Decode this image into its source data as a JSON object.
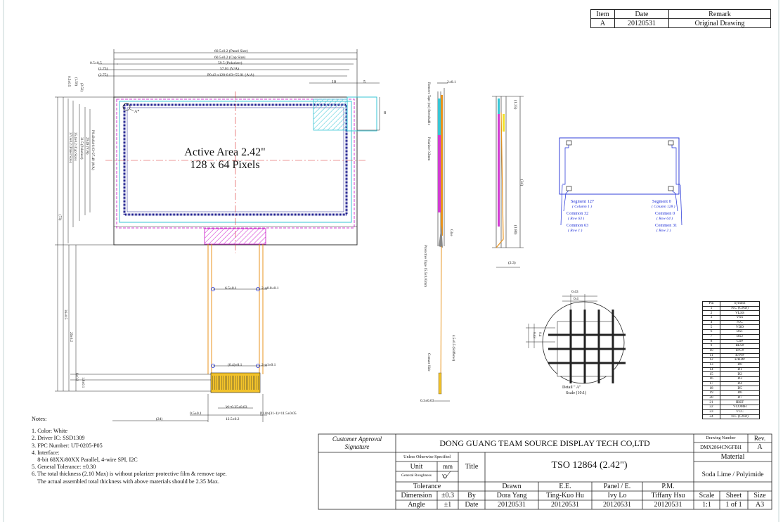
{
  "revision_table": {
    "headers": [
      "Item",
      "Date",
      "Remark"
    ],
    "row": [
      "A",
      "20120531",
      "Original Drawing"
    ]
  },
  "front_view": {
    "active_area_line1": "Active Area 2.42\"",
    "active_area_line2": "128 x 64 Pixels",
    "dims": {
      "panel_size": "60.5±0.2 (Panel Size)",
      "cap_size": "60.5±0.2 (Cap Size)",
      "polarizer": "59.5 (Polarizer)",
      "va": "57.01 (V/A)",
      "aa": "P0.43 x128-0.03=55.01 (A/A)",
      "d05": "0.5±0.5",
      "d175": "(1.75)",
      "d275": "(2.75)",
      "right_10": "10",
      "right_5": "5",
      "right_8": "8",
      "left_05": "0.5±0.5",
      "left_150": "(1.50)",
      "left_250": "(2.50)",
      "v_aa": "P0.43x64-0.03=27.49 (A/A)",
      "v_va": "29.49 (V/A)",
      "v_pol": "31.5 (Polarizer)",
      "v_cap": "35.4±0.2 (Cap Size)",
      "v_panel": "37.0±0.2 (Panel Size)",
      "v_73": "(73)",
      "v_36": "36±0.5",
      "v_26": "26±0.2",
      "v_6": "6±0.2",
      "v_18": "1.8±0.1",
      "r_65": "6.5±0.1",
      "r_08": "2-φ0.8±0.1",
      "r_04": "(0.4)±0.1",
      "r_1": "2-φ1±0.1",
      "w": "W=0.35±0.03",
      "p": "P1.0x(31-1)=11.5±0.05",
      "b_05": "0.5±0.1",
      "b_125": "12.5±0.2",
      "b_24": "(24)",
      "detail_ref": "A*"
    }
  },
  "side_view": {
    "remove_tape": "Remove Tape (no) Stretchable",
    "polarizer": "Polarizer 0.2mm",
    "glue": "Glue",
    "protective_tape": "Protective Tape 15.5x0.03mm",
    "stiffener": "4.5±0.5 (Stiffener)",
    "contact_side": "Contact Side",
    "t_021": "2±0.1",
    "t_003": "0.3±0.03"
  },
  "thickness_view": {
    "d135": "(1.35)",
    "d34": "(34)",
    "d180": "(1.80)",
    "d23": "(2.3)"
  },
  "segment_map": {
    "seg127": "Segment 127",
    "seg127_sub": "( Column 1 )",
    "seg0": "Segment 0",
    "seg0_sub": "( Column 128 )",
    "com32": "Common 32",
    "com32_sub": "( Row 63 )",
    "com0": "Common 0",
    "com0_sub": "( Row 64 )",
    "com63": "Common 63",
    "com63_sub": "( Row 1 )",
    "com31": "Common 31",
    "com31_sub": "( Row 2 )"
  },
  "detail": {
    "d043": "0.43",
    "d04": "0.4",
    "d043v": "0.43",
    "d04v": "0.4",
    "label": "Detail \" A\"",
    "scale": "Scale (10:1)"
  },
  "pin_table": {
    "header": [
      "Pin",
      "Symbol"
    ],
    "rows": [
      [
        "1",
        "N.C (GND)"
      ],
      [
        "2",
        "VLSS"
      ],
      [
        "3",
        "VSS"
      ],
      [
        "4",
        "N.C"
      ],
      [
        "5",
        "VDD"
      ],
      [
        "6",
        "BS1"
      ],
      [
        "7",
        "BS2"
      ],
      [
        "8",
        "CS#"
      ],
      [
        "9",
        "RES#"
      ],
      [
        "10",
        "D/C#"
      ],
      [
        "11",
        "R/W#"
      ],
      [
        "12",
        "E/RD#"
      ],
      [
        "13",
        "D0"
      ],
      [
        "14",
        "D1"
      ],
      [
        "15",
        "D2"
      ],
      [
        "16",
        "D3"
      ],
      [
        "17",
        "D4"
      ],
      [
        "18",
        "D5"
      ],
      [
        "19",
        "D6"
      ],
      [
        "20",
        "D7"
      ],
      [
        "21",
        "IREF"
      ],
      [
        "22",
        "VCOMH"
      ],
      [
        "23",
        "VCC"
      ],
      [
        "24",
        "N.C (GND)"
      ]
    ]
  },
  "notes": {
    "title": "Notes:",
    "items": [
      "1. Color: White",
      "2. Driver IC: SSD1309",
      "3. FPC Number: UT-0205-P05",
      "4. Interface:",
      "    8-bit 68XX/80XX Parallel, 4-wire SPI, I2C",
      "5. General Tolerance: ±0.30",
      "6. The total thickness (2.10 Max) is without polarizer protective film & remove tape.",
      "    The actual assembled total thickness with above materials should be 2.35 Max."
    ]
  },
  "title_block": {
    "customer_approval_1": "Customer Approval",
    "customer_approval_2": "Signature",
    "company": "DONG GUANG TEAM SOURCE DISPLAY TECH CO,LTD",
    "drawing_number_label": "Drawing Number",
    "rev_label": "Rev.",
    "drawing_number": "DMX2864CNGFBH",
    "rev": "A",
    "unless": "Unless Otherwise Specified",
    "unit_label": "Unit",
    "unit_value": "mm",
    "roughness_label": "General Roughness",
    "title_label": "Title",
    "title_value": "TSO 12864 (2.42\")",
    "material_label": "Material",
    "material_value": "Soda Lime / Polyimide",
    "tolerance_label": "Tolerance",
    "drawn_label": "Drawn",
    "ee_label": "E.E.",
    "panel_label": "Panel / E.",
    "pm_label": "P.M.",
    "dimension_label": "Dimension",
    "dimension_value": "±0.3",
    "by_label": "By",
    "drawn_by": "Dora Yang",
    "ee_by": "Ting-Kuo Hu",
    "panel_by": "Ivy Lo",
    "pm_by": "Tiffany Hsu",
    "scale_label": "Scale",
    "sheet_label": "Sheet",
    "size_label": "Size",
    "angle_label": "Angle",
    "angle_value": "±1",
    "date_label": "Date",
    "drawn_date": "20120531",
    "ee_date": "20120531",
    "panel_date": "20120531",
    "pm_date": "20120531",
    "scale_value": "1:1",
    "sheet_value": "1 of 1",
    "size_value": "A3"
  }
}
